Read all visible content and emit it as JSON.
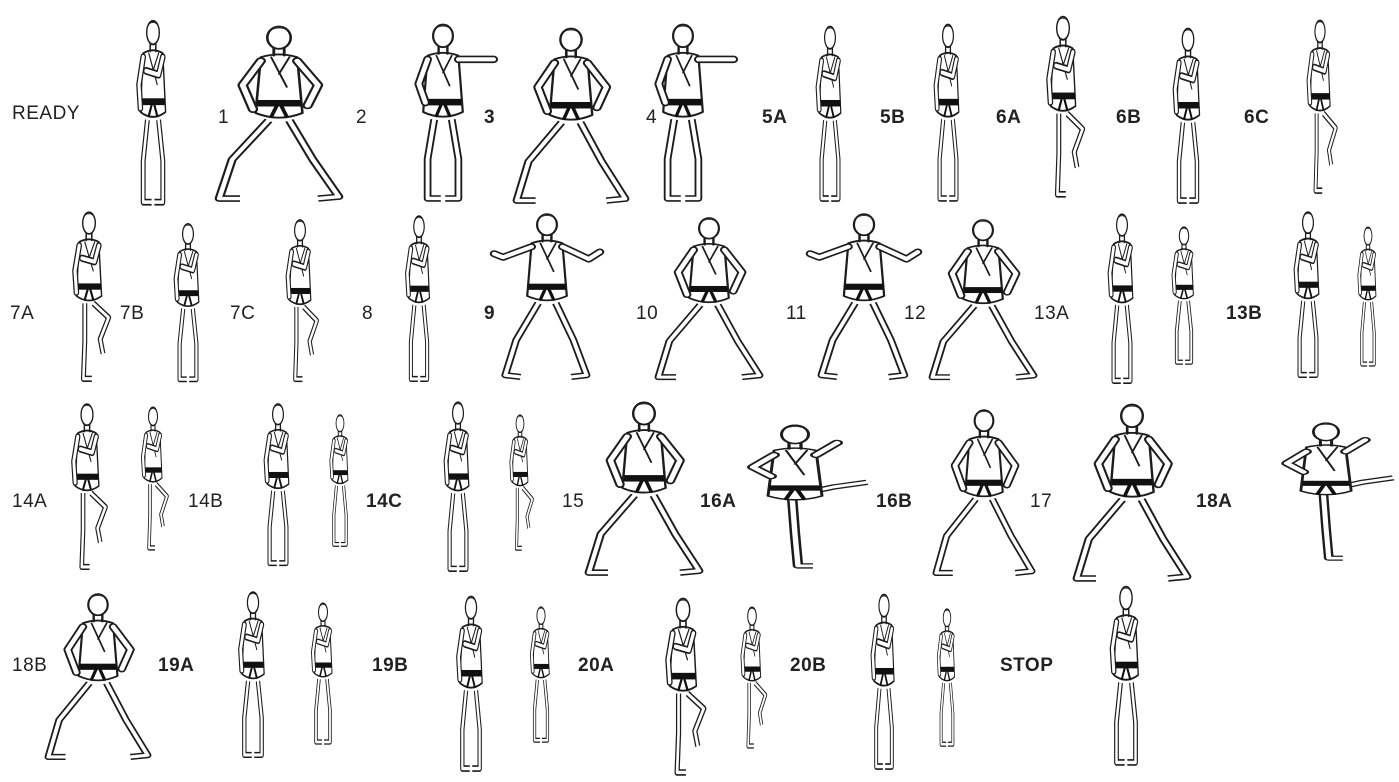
{
  "diagram": {
    "labels": [
      "READY",
      "1",
      "2",
      "3",
      "4",
      "5A",
      "5B",
      "6A",
      "6B",
      "6C",
      "7A",
      "7B",
      "7C",
      "8",
      "9",
      "10",
      "11",
      "12",
      "13A",
      "13B",
      "14A",
      "14B",
      "14C",
      "15",
      "16A",
      "16B",
      "17",
      "18A",
      "18B",
      "19A",
      "19B",
      "20A",
      "20B",
      "STOP"
    ],
    "figure_poses": [
      "standing",
      "front-stance",
      "punch",
      "front-stance",
      "punch",
      "standing",
      "standing",
      "knee-lift",
      "standing",
      "knee-lift",
      "knee-lift",
      "standing",
      "knee-lift",
      "standing",
      "back-stance",
      "front-stance",
      "back-stance",
      "front-stance",
      "standing",
      "standing",
      "knee-lift",
      "standing",
      "standing",
      "front-stance",
      "side-kick",
      "front-stance",
      "front-stance",
      "side-kick",
      "front-stance",
      "standing",
      "standing",
      "knee-lift",
      "standing",
      "standing"
    ],
    "colors": {
      "ink": "#1c1c1c",
      "gi": "#ffffff",
      "belt": "#111111",
      "background": "#ffffff"
    }
  }
}
